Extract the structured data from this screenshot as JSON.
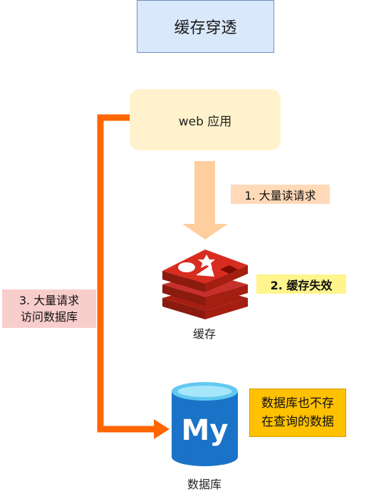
{
  "title": "缓存穿透",
  "web_app": {
    "label": "web 应用"
  },
  "steps": {
    "read_requests": "1. 大量读请求",
    "cache_miss": "2. 缓存失效",
    "db_requests": [
      "3. 大量请求",
      "访问数据库"
    ]
  },
  "cache": {
    "caption": "缓存",
    "icon": "redis-logo-icon"
  },
  "database": {
    "caption": "数据库",
    "icon": "mysql-database-icon",
    "logo_text": "My"
  },
  "note": {
    "lines": [
      "数据库也不存",
      "在查询的数据"
    ]
  },
  "colors": {
    "title_fill": "#dae8fc",
    "web_fill": "#fff2cc",
    "down_arrow": "#ffce9f",
    "side_arrow": "#ff6600",
    "redis_red": "#c6302b",
    "db_blue": "#1a73c7",
    "note_fill": "#ffc100"
  }
}
